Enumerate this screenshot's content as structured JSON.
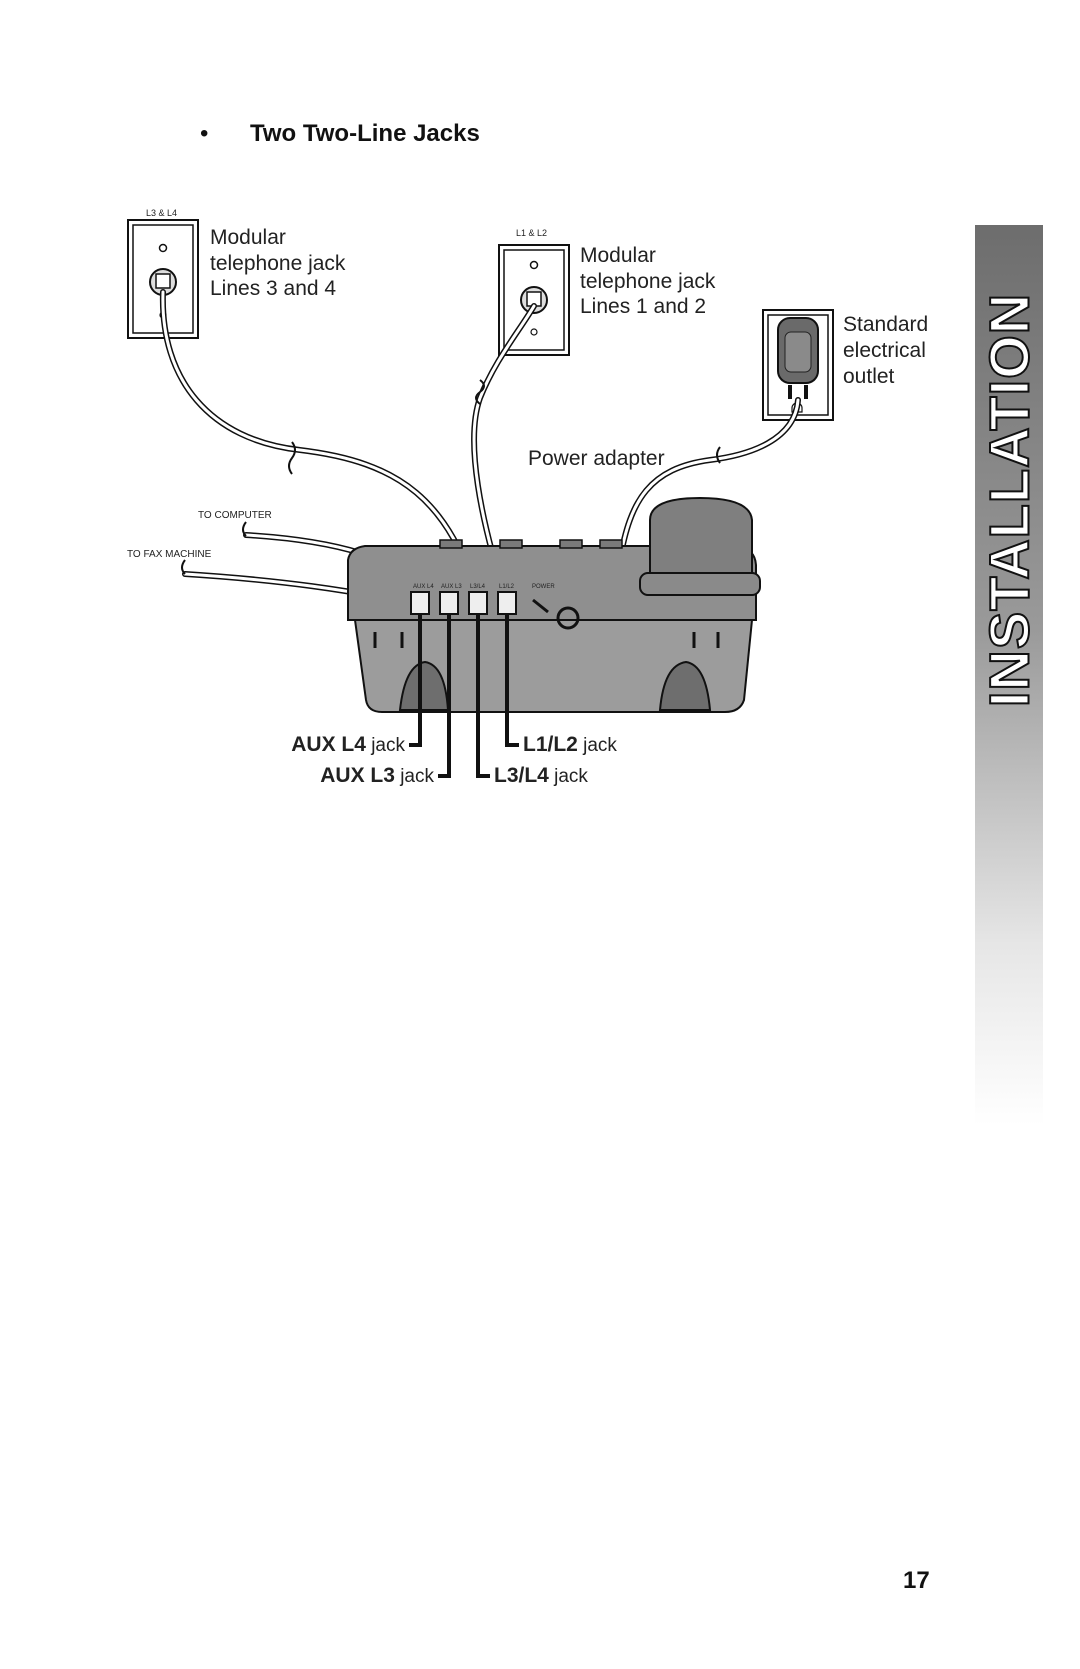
{
  "heading": {
    "bullet": "•",
    "title": "Two Two-Line Jacks"
  },
  "diagram": {
    "jack_left": {
      "tag": "L3 & L4",
      "line1": "Modular",
      "line2": "telephone jack",
      "line3": "Lines 3 and 4"
    },
    "jack_right": {
      "tag": "L1 & L2",
      "line1": "Modular",
      "line2": "telephone jack",
      "line3": "Lines 1 and 2"
    },
    "outlet": {
      "line1": "Standard",
      "line2": "electrical",
      "line3": "outlet"
    },
    "power_adapter": "Power adapter",
    "to_computer": "TO COMPUTER",
    "to_fax": "TO FAX MACHINE",
    "port_labels": [
      "AUX L4",
      "AUX L3",
      "L3/L4",
      "L1/L2",
      "POWER"
    ],
    "callouts": {
      "aux_l4": {
        "bold": "AUX L4",
        "suffix": " jack"
      },
      "aux_l3": {
        "bold": "AUX L3",
        "suffix": " jack"
      },
      "l1_l2": {
        "bold": "L1/L2",
        "suffix": " jack"
      },
      "l3_l4": {
        "bold": "L3/L4",
        "suffix": " jack"
      }
    }
  },
  "side_tab": "INSTALLATION",
  "page_number": "17"
}
